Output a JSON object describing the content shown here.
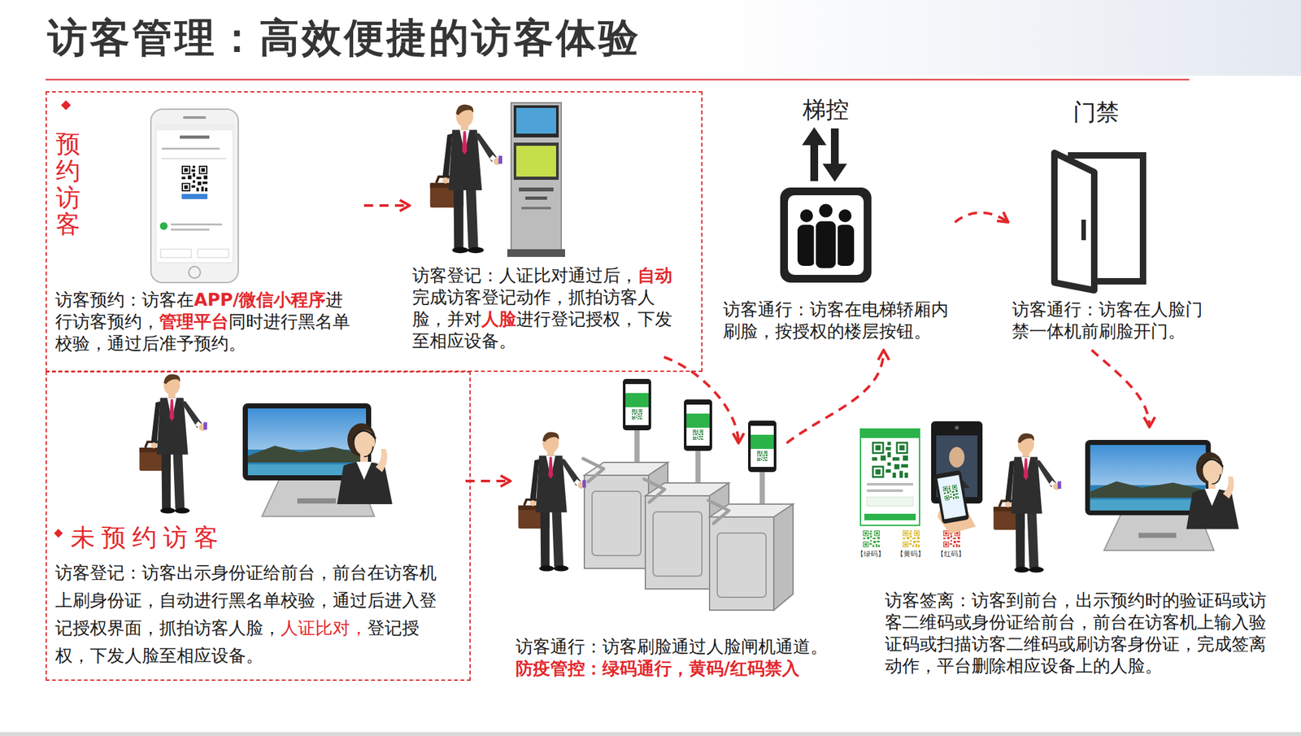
{
  "diagram": {
    "title": "访客管理：高效便捷的访客体验",
    "nodes": [
      {
        "text": [
          "预约访客"
        ]
      },
      {
        "text": [
          "访客预约：访客在APP/微信小程序进行访客预约，管理平台同时进行黑名单校验，通过后准予预约。"
        ],
        "in": 0
      },
      {
        "text": [
          "访客登记：人证比对通过后，自动完成访客登记动作，抓拍访客人脸，并对人脸进行登记授权，下发至相应设备。"
        ],
        "in": 0
      },
      {
        "text": [
          "未预约访客"
        ]
      },
      {
        "text": [
          "访客登记：访客出示身份证给前台，前台在访客机上刷身份证，自动进行黑名单校验，通过后进入登记授权界面，抓拍访客人脸，人证比对，登记授权，下发人脸至相应设备。"
        ],
        "in": 3
      },
      {
        "text": [
          "访客通行：访客刷脸通过人脸闸机通道。",
          "防疫管控：绿码通行，黄码/红码禁入"
        ]
      },
      {
        "text": [
          "梯控",
          "访客通行：访客在电梯轿厢内刷脸，按授权的楼层按钮。"
        ]
      },
      {
        "text": [
          "门禁",
          "访客通行：访客在人脸门禁一体机前刷脸开门。"
        ]
      },
      {
        "text": [
          "访客签离：访客到前台，出示预约时的验证码或访客二维码或身份证给前台，前台在访客机上输入验证码或扫描访客二维码或刷访客身份证，完成签离动作，平台删除相应设备上的人脸。"
        ]
      }
    ],
    "edges": [
      {
        "from": 1,
        "to": 2,
        "arrow": "to"
      },
      {
        "from": 2,
        "to": 5,
        "arrow": "to"
      },
      {
        "from": 4,
        "to": 5,
        "arrow": "to"
      },
      {
        "from": 5,
        "to": 6,
        "arrow": "to"
      },
      {
        "from": 6,
        "to": 7,
        "arrow": "to"
      },
      {
        "from": 7,
        "to": 8,
        "arrow": "to"
      }
    ],
    "labels": [
      "◆",
      "◆",
      "【绿码】",
      "【黄码】",
      "【红码】"
    ]
  }
}
